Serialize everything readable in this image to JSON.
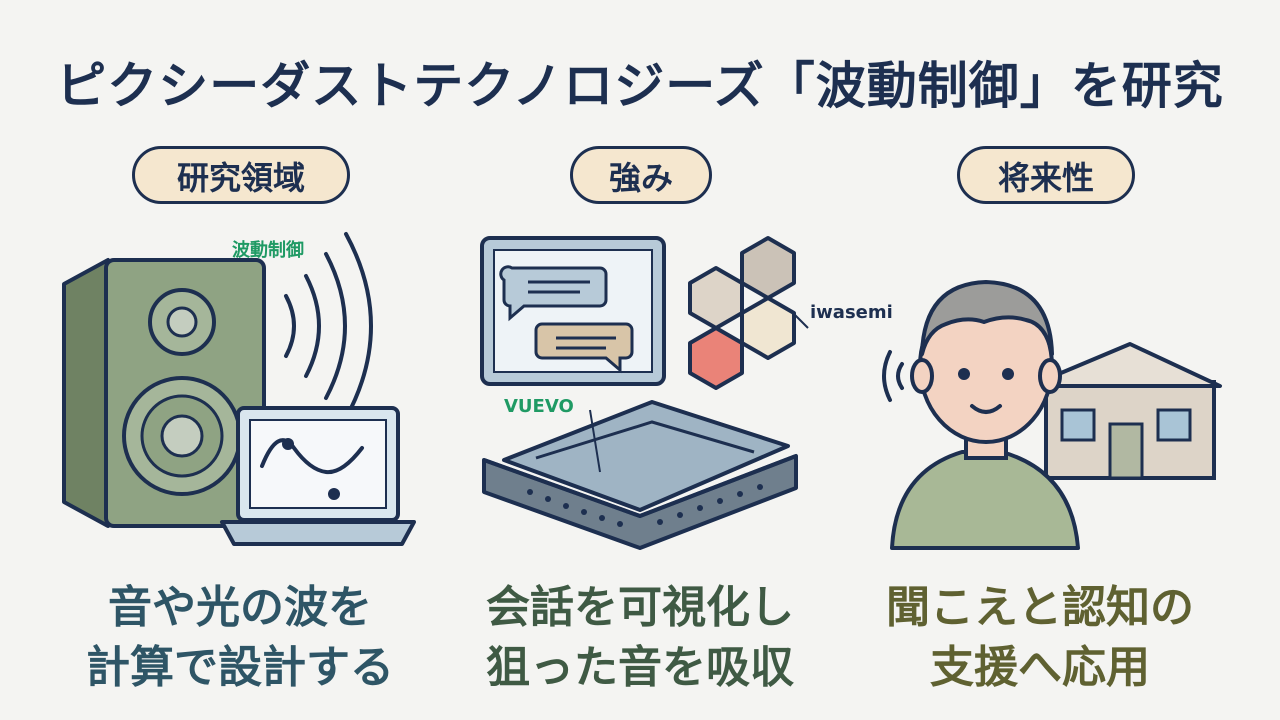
{
  "title": "ピクシーダストテクノロジーズ「波動制御」を研究",
  "columns": [
    {
      "heading": "研究領域",
      "callout": "波動制御",
      "caption_lines": [
        "音や光の波を",
        "計算で設計する"
      ]
    },
    {
      "heading": "強み",
      "callout_product": "iwasemi",
      "callout_device": "VUEVO",
      "caption_lines": [
        "会話を可視化し",
        "狙った音を吸収"
      ]
    },
    {
      "heading": "将来性",
      "caption_lines": [
        "聞こえと認知の",
        "支援へ応用"
      ]
    }
  ],
  "colors": {
    "navy": "#1d2f50",
    "pill_bg": "#f5e7cf",
    "speaker_green": "#8fa383",
    "callout_green": "#1f9a64",
    "accent_red": "#ea8378"
  }
}
